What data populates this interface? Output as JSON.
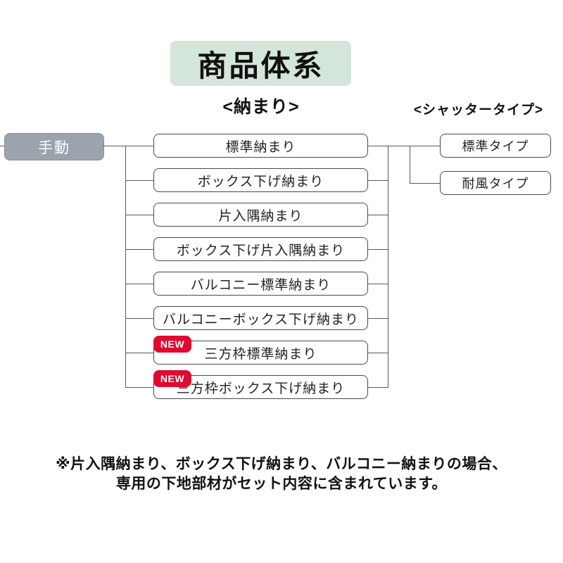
{
  "title": "商品体系",
  "headers": {
    "osamari": "<納まり>",
    "shutter_type": "<シャッタータイプ>"
  },
  "manual": {
    "label": "手動"
  },
  "new_badge_label": "NEW",
  "osamari_items": [
    {
      "label": "標準納まり",
      "new": false
    },
    {
      "label": "ボックス下げ納まり",
      "new": false
    },
    {
      "label": "片入隅納まり",
      "new": false
    },
    {
      "label": "ボックス下げ片入隅納まり",
      "new": false
    },
    {
      "label": "バルコニー標準納まり",
      "new": false
    },
    {
      "label": "バルコニーボックス下げ納まり",
      "new": false
    },
    {
      "label": "三方枠標準納まり",
      "new": true
    },
    {
      "label": "三方枠ボックス下げ納まり",
      "new": true
    }
  ],
  "shutter_types": [
    {
      "label": "標準タイプ"
    },
    {
      "label": "耐風タイプ"
    }
  ],
  "note": {
    "line1": "※片入隅納まり、ボックス下げ納まり、バルコニー納まりの場合、",
    "line2": "専用の下地部材がセット内容に含まれています。"
  },
  "colors": {
    "title_bg": "#d4e6da",
    "manual_bg": "#9ba3ac",
    "new_badge_bg": "#e2082f",
    "box_border": "#4a4a4a",
    "connector": "#5a5a5a",
    "manual_text": "#ffffff",
    "badge_text": "#ffffff"
  }
}
